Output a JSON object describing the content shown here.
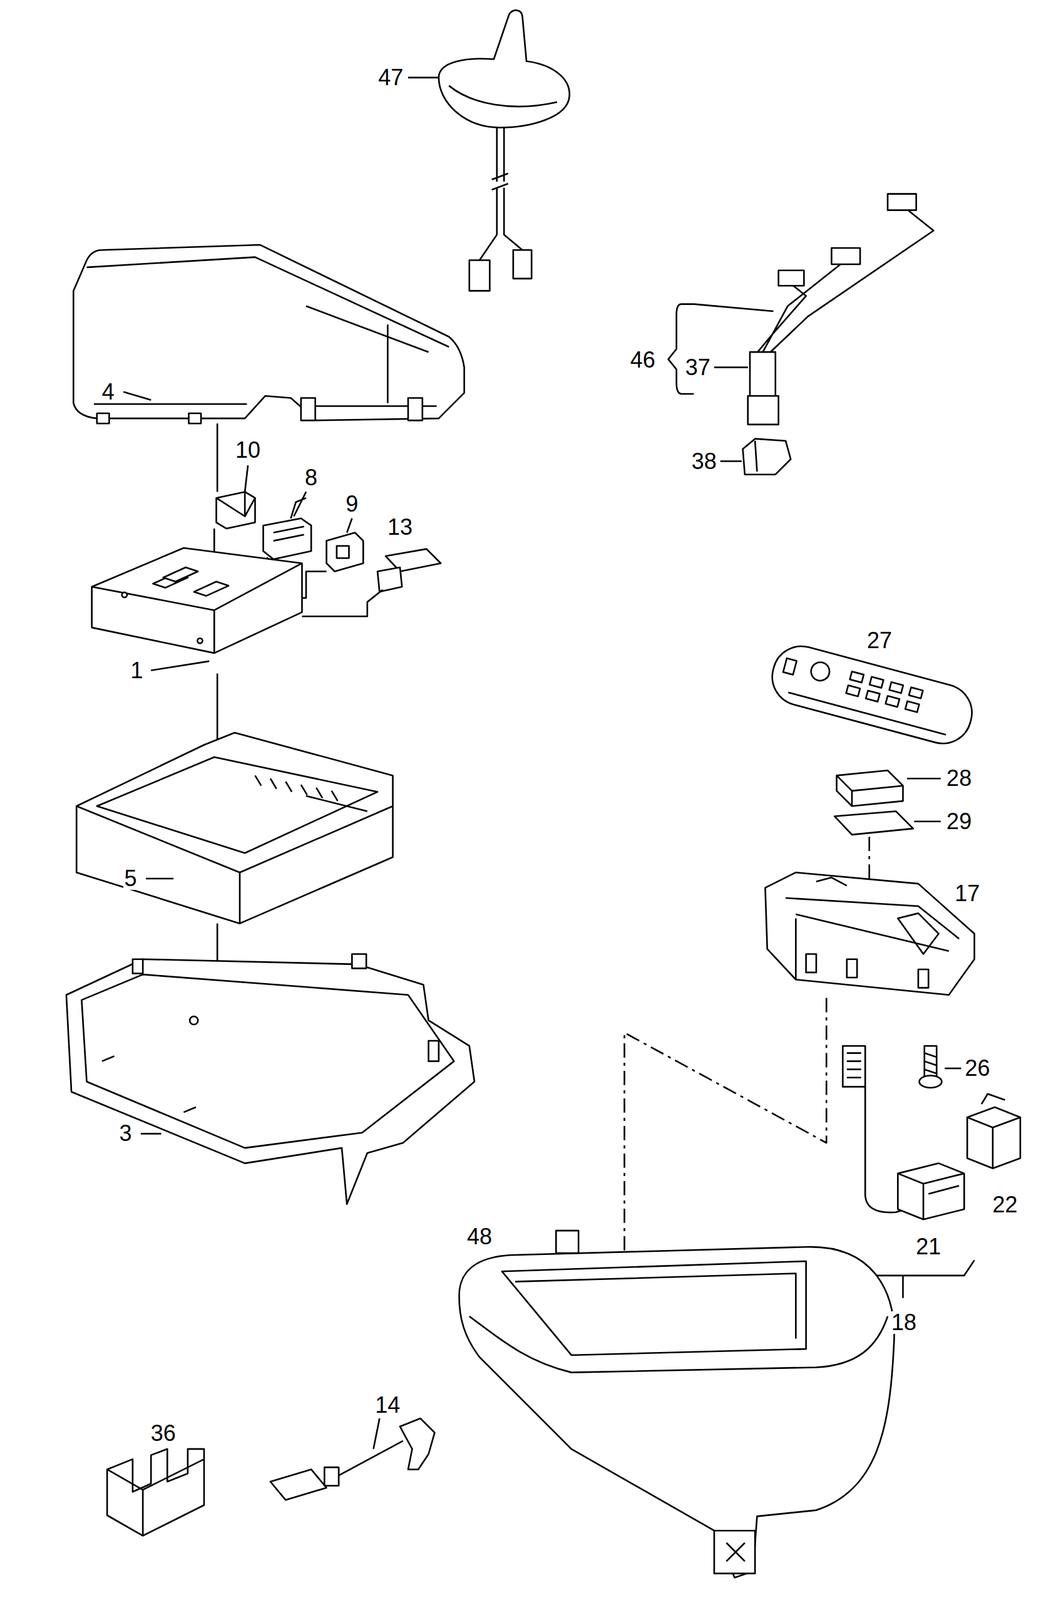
{
  "diagram": {
    "labels": [
      "47",
      "46",
      "37",
      "4",
      "38",
      "10",
      "8",
      "9",
      "13",
      "1",
      "27",
      "28",
      "5",
      "29",
      "17",
      "3",
      "26",
      "22",
      "48",
      "21",
      "18",
      "14",
      "36"
    ]
  }
}
